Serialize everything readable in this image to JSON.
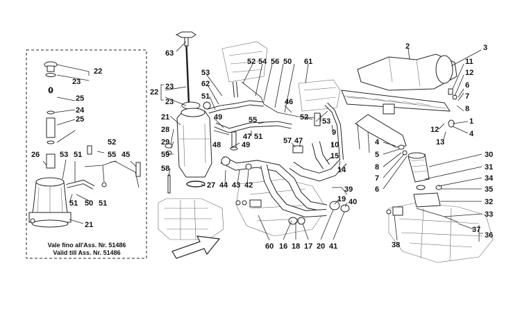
{
  "inset": {
    "caption_line1": "Vale fino all'Ass. Nr. 51486",
    "caption_line2": "Valid till Ass. Nr. 51486"
  },
  "labels": {
    "l63": "63",
    "l22a": "22",
    "l23a": "23",
    "l21a": "21",
    "l28": "28",
    "l29": "29",
    "l59": "59",
    "l58": "58",
    "l53a": "53",
    "l62": "62",
    "l51a": "51",
    "l49a": "49",
    "l48": "48",
    "l49b": "49",
    "l52a": "52",
    "l54": "54",
    "l56": "56",
    "l50a": "50",
    "l61": "61",
    "l46": "46",
    "l55a": "55",
    "l47a": "47",
    "l51b": "51",
    "l52b": "52",
    "l53b": "53",
    "l57": "57",
    "l47b": "47",
    "l9": "9",
    "l10": "10",
    "l15": "15",
    "l14": "14",
    "l27": "27",
    "l44": "44",
    "l43": "43",
    "l42": "42",
    "l39": "39",
    "l19": "19",
    "l40": "40",
    "l60": "60",
    "l16": "16",
    "l18": "18",
    "l17": "17",
    "l20": "20",
    "l41": "41",
    "l2": "2",
    "l3": "3",
    "l11": "11",
    "l12a": "12",
    "l6a": "6",
    "l7a": "7",
    "l8a": "8",
    "l1": "1",
    "l4a": "4",
    "l12b": "12",
    "l13": "13",
    "l4b": "4",
    "l5": "5",
    "l8b": "8",
    "l7b": "7",
    "l6b": "6",
    "l30": "30",
    "l31": "31",
    "l34": "34",
    "l35": "35",
    "l32": "32",
    "l33": "33",
    "l37": "37",
    "l36": "36",
    "l38": "38",
    "i22": "22",
    "i23": "23",
    "i0": "0",
    "i25a": "25",
    "i24": "24",
    "i25b": "25",
    "i52": "52",
    "i26": "26",
    "i53": "53",
    "i51a": "51",
    "i55": "55",
    "i45": "45",
    "i51b": "51",
    "i50": "50",
    "i51c": "51",
    "i21": "21"
  },
  "colors": {
    "ink": "#111111",
    "line": "#222222",
    "paper": "#ffffff"
  },
  "icons": {
    "direction": "arrow-icon"
  }
}
